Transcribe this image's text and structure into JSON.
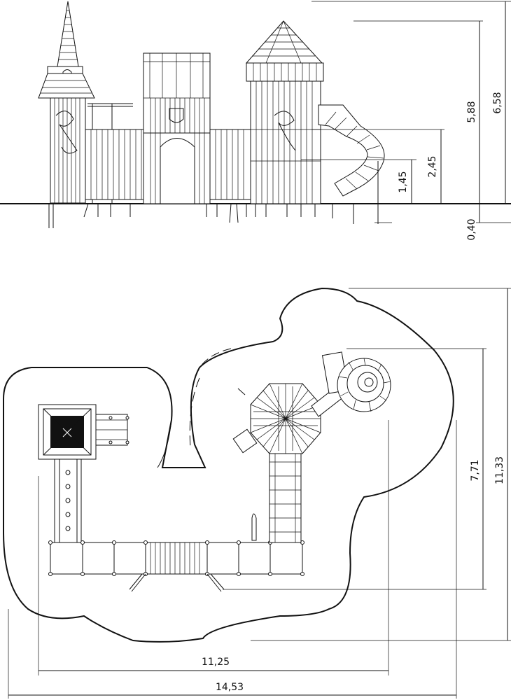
{
  "elevation_dimensions": {
    "total_height": "6,58",
    "tower_height": "5,88",
    "platform_high": "2,45",
    "platform_low": "1,45",
    "foundation_depth": "0,40"
  },
  "plan_dimensions": {
    "depth_inner": "7,71",
    "depth_outer": "11,33",
    "width_inner": "11,25",
    "width_outer": "14,53"
  }
}
